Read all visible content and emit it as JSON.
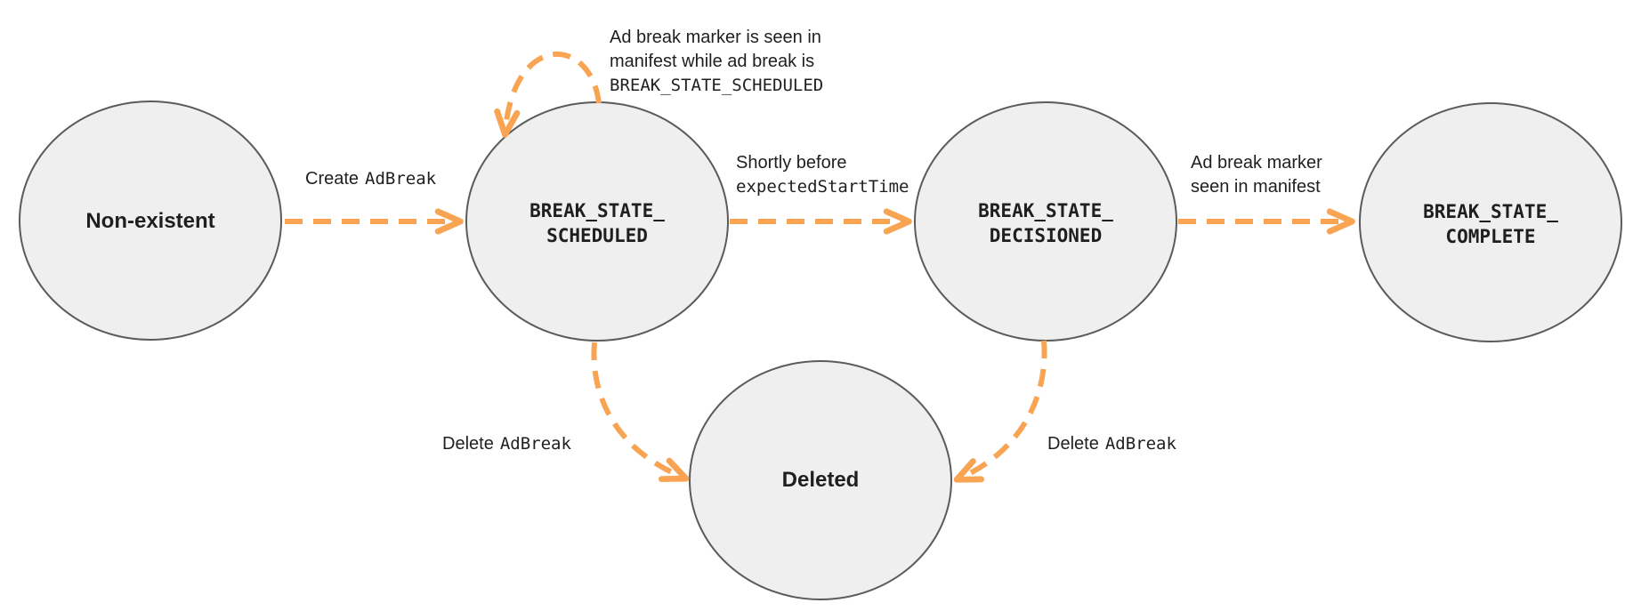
{
  "colors": {
    "arrow": "#F8A453",
    "node_fill": "#EFEFEF",
    "node_border": "#5B5B5B",
    "text": "#1F1F1F",
    "background": "#FFFFFF"
  },
  "nodes": {
    "non_existent": {
      "label": "Non-existent"
    },
    "scheduled": {
      "line1": "BREAK_STATE_",
      "line2": "SCHEDULED"
    },
    "decisioned": {
      "line1": "BREAK_STATE_",
      "line2": "DECISIONED"
    },
    "complete": {
      "line1": "BREAK_STATE_",
      "line2": "COMPLETE"
    },
    "deleted": {
      "label": "Deleted"
    }
  },
  "edges": {
    "create": {
      "plain": "Create",
      "code": "AdBreak"
    },
    "self_loop": {
      "line1": "Ad break marker is seen in",
      "line2": "manifest while ad break is",
      "code": "BREAK_STATE_SCHEDULED"
    },
    "scheduled_to_decisioned": {
      "plain": "Shortly before",
      "code": "expectedStartTime"
    },
    "decisioned_to_complete": {
      "line1": "Ad break marker",
      "line2": "seen in manifest"
    },
    "scheduled_to_deleted": {
      "plain": "Delete",
      "code": "AdBreak"
    },
    "decisioned_to_deleted": {
      "plain": "Delete",
      "code": "AdBreak"
    }
  }
}
